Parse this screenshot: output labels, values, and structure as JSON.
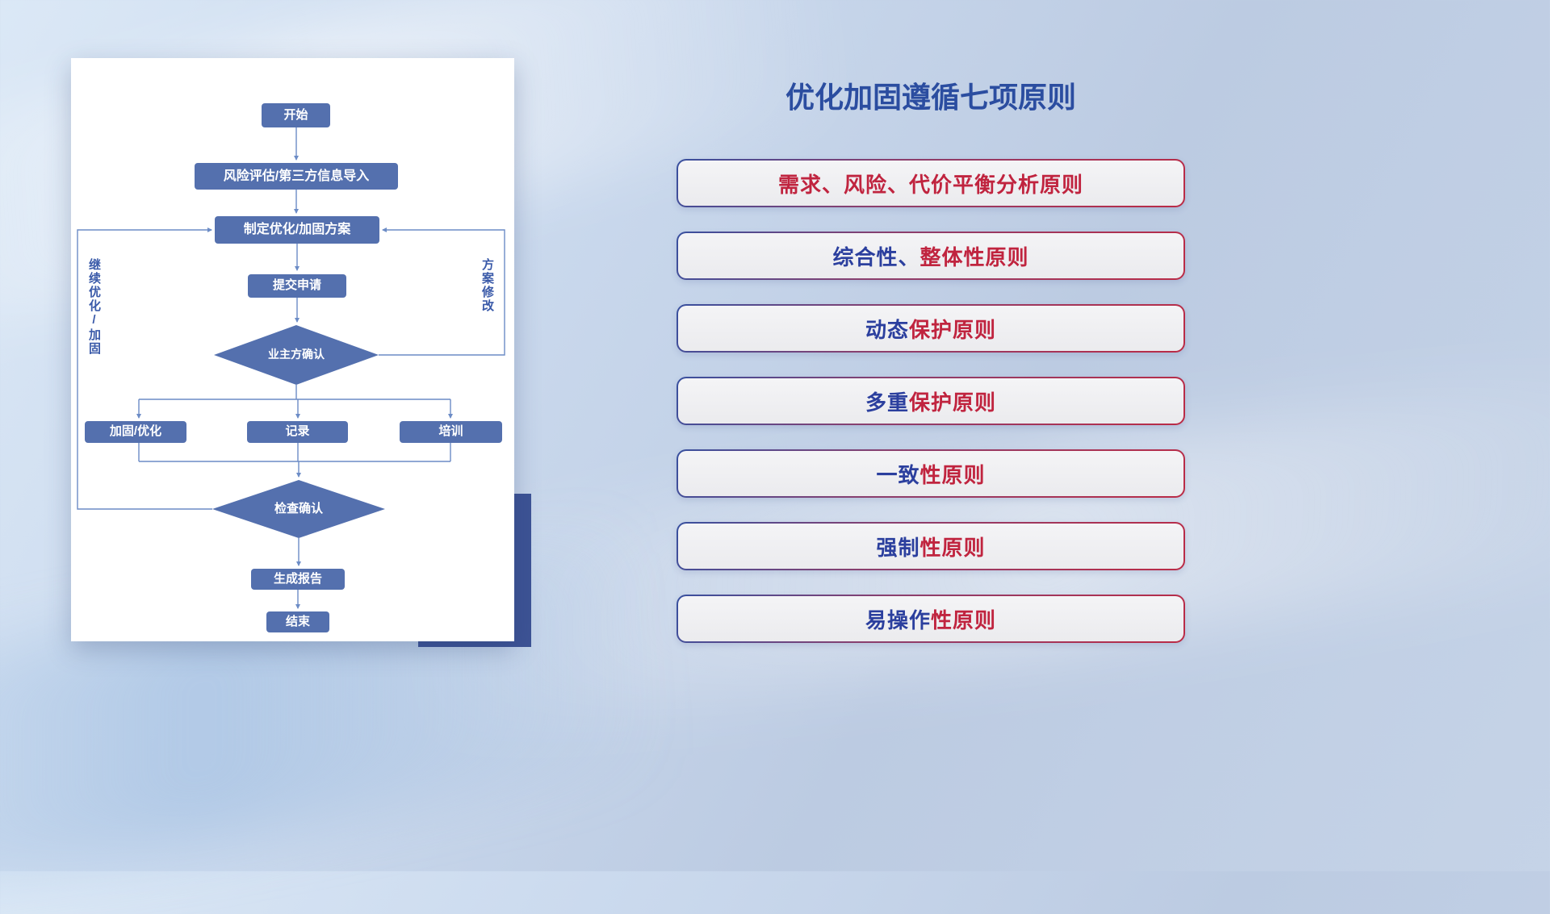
{
  "title": "优化加固遵循七项原则",
  "flow": {
    "start": "开始",
    "risk_import": "风险评估/第三方信息导入",
    "make_plan": "制定优化/加固方案",
    "submit": "提交申请",
    "owner_confirm": "业主方确认",
    "reinforce": "加固/优化",
    "record": "记录",
    "training": "培训",
    "check_confirm": "检查确认",
    "report": "生成报告",
    "end": "结束",
    "label_continue": "继续优化/加固",
    "label_revise": "方案修改"
  },
  "principles": [
    {
      "blue": "",
      "red": "需求、风险、代价平衡分析原则"
    },
    {
      "blue": "综合性、",
      "red": "整体性原则"
    },
    {
      "blue": "动态",
      "red": "保护原则"
    },
    {
      "blue": "多重",
      "red": "保护原则"
    },
    {
      "blue": "一致",
      "red": "性原则"
    },
    {
      "blue": "强制",
      "red": "性原则"
    },
    {
      "blue": "易操作",
      "red": "性原则"
    }
  ],
  "colors": {
    "title_blue": "#2b4da0",
    "principle_blue": "#2b3f9e",
    "principle_red": "#c0243f",
    "node_fill": "#5470ae",
    "connector": "#6c8cc6",
    "accent_block": "#3d5395"
  }
}
